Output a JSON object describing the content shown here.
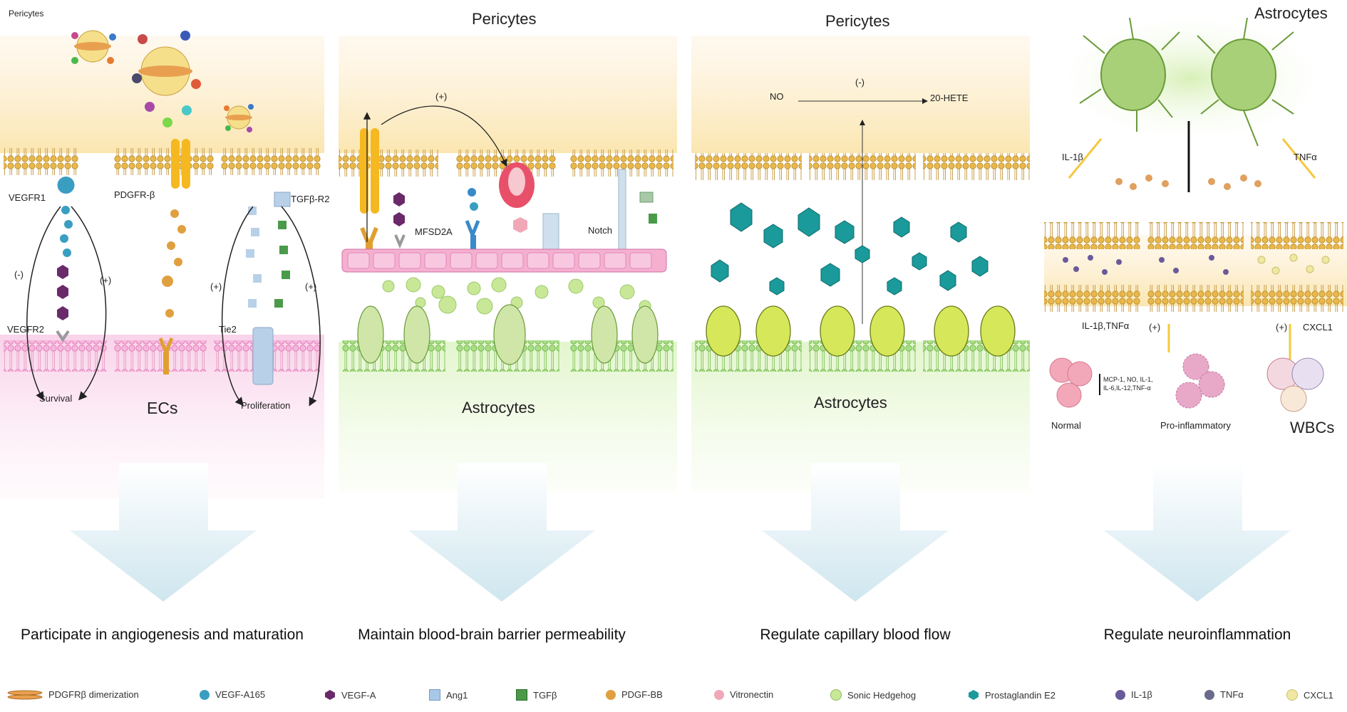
{
  "panel1": {
    "top_label": "Pericytes",
    "receptors": [
      "VEGFR1",
      "PDGFR-β",
      "TGFβ-R2",
      "VEGFR2",
      "Tie2"
    ],
    "signs": [
      "(-)",
      "(+)",
      "(+)",
      "(+)"
    ],
    "outcomes": [
      "Survival",
      "Proliferation"
    ],
    "bottom_label": "ECs",
    "caption": "Participate in angiogenesis and maturation"
  },
  "panel2": {
    "top_label": "Pericytes",
    "sign": "(+)",
    "labels": [
      "MFSD2A",
      "Notch"
    ],
    "bottom_label": "Astrocytes",
    "caption": "Maintain blood-brain barrier permeability"
  },
  "panel3": {
    "top_label": "Pericytes",
    "left_molecule": "NO",
    "right_molecule": "20-HETE",
    "sign": "(-)",
    "bottom_label": "Astrocytes",
    "caption": "Regulate capillary blood flow"
  },
  "panel4": {
    "top_label": "Astrocytes",
    "left_cytokine": "IL-1β",
    "right_cytokine": "TNFα",
    "mid_left": "IL-1β,TNFα",
    "sign_left": "(+)",
    "sign_right": "(+)",
    "mid_right": "CXCL1",
    "mediators_line1": "MCP-1, NO, IL-1,",
    "mediators_line2": "IL-6,IL-12,TNF-α",
    "states": [
      "Normal",
      "Pro-inflammatory"
    ],
    "bottom_label": "WBCs",
    "caption": "Regulate neuroinflammation"
  },
  "legend": [
    {
      "label": "PDGFRβ dimerization",
      "icon": "dimerization-icon",
      "color": "#e8a050"
    },
    {
      "label": "VEGF-A165",
      "icon": "circle-icon",
      "color": "#3a9ec2"
    },
    {
      "label": "VEGF-A",
      "icon": "hexagon-icon",
      "color": "#6a2a6a"
    },
    {
      "label": "Ang1",
      "icon": "square-icon",
      "color": "#a8c8e8"
    },
    {
      "label": "TGFβ",
      "icon": "square-icon",
      "color": "#4a9a4a"
    },
    {
      "label": "PDGF-BB",
      "icon": "circle-icon",
      "color": "#e0a040"
    },
    {
      "label": "Vitronectin",
      "icon": "circle-icon",
      "color": "#f0a8b8"
    },
    {
      "label": "Sonic Hedgehog",
      "icon": "circle-icon",
      "color": "#c8e898"
    },
    {
      "label": "Prostaglandin E2",
      "icon": "hexagon-icon",
      "color": "#1a9a9a"
    },
    {
      "label": "IL-1β",
      "icon": "circle-icon",
      "color": "#6a5a9a"
    },
    {
      "label": "TNFα",
      "icon": "circle-icon",
      "color": "#6a6a8a"
    },
    {
      "label": "CXCL1",
      "icon": "circle-icon",
      "color": "#f0e8a0"
    }
  ]
}
